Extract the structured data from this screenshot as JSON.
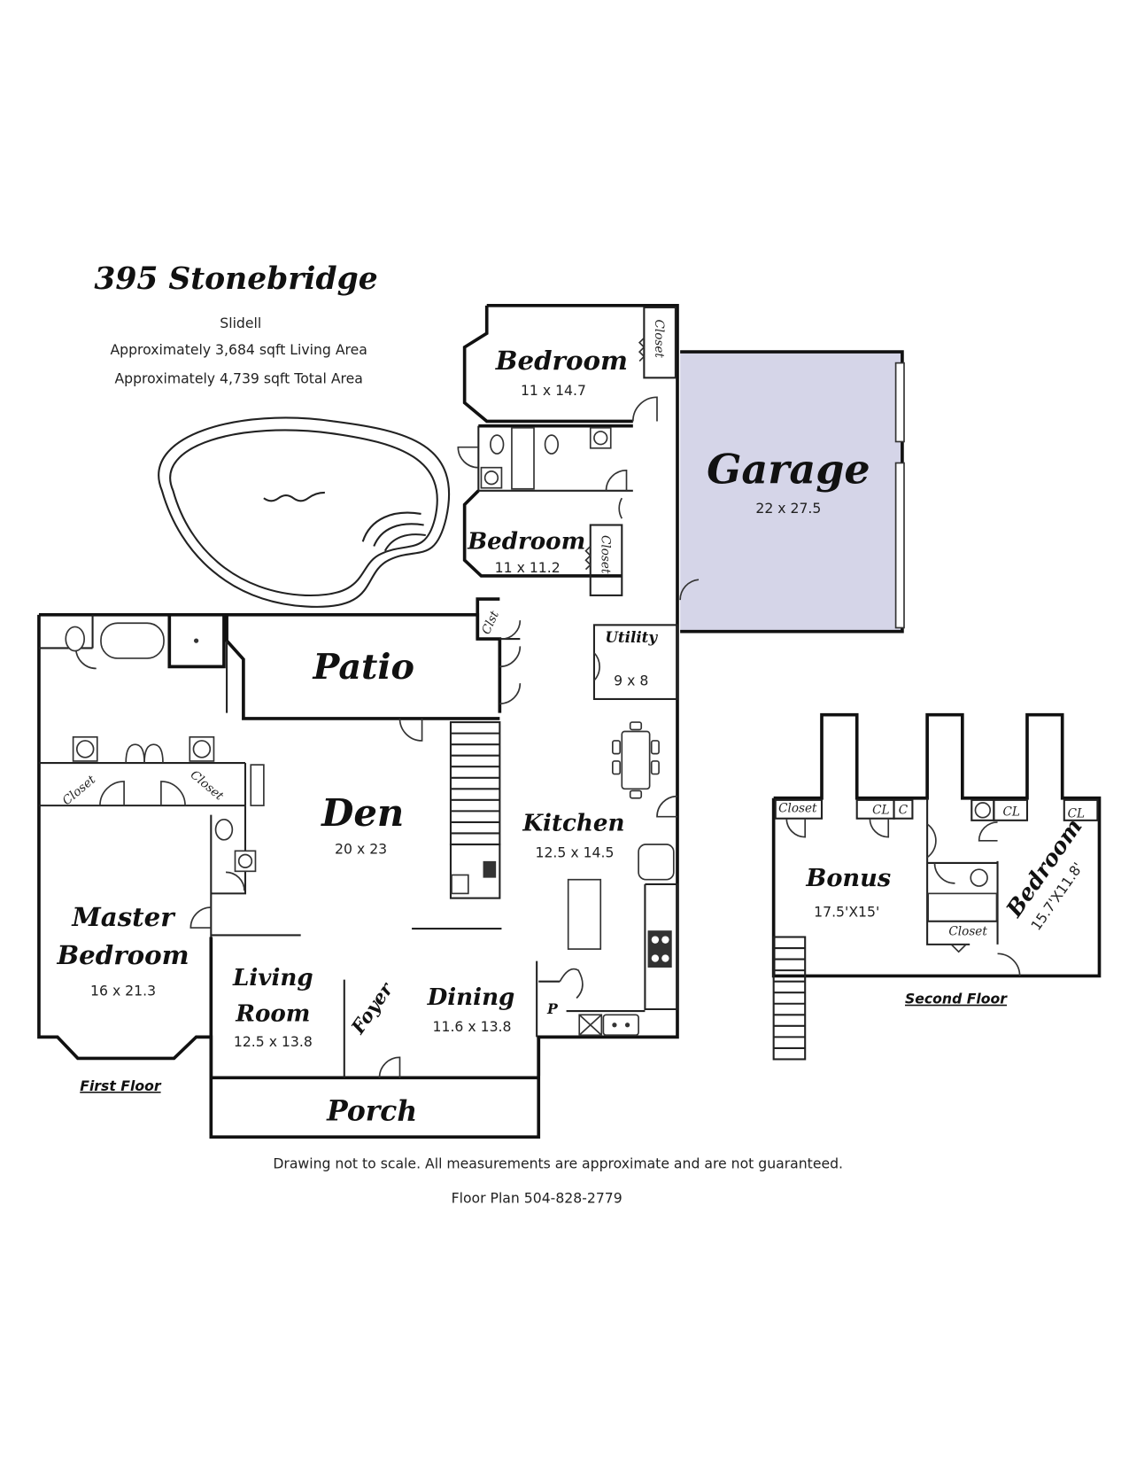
{
  "header": {
    "title": "395 Stonebridge",
    "city": "Slidell",
    "living_area": "Approximately 3,684 sqft Living Area",
    "total_area": "Approximately 4,739 sqft Total Area"
  },
  "colors": {
    "garage_fill": "#d5d5e8",
    "walls": "#111111"
  },
  "first_floor": {
    "label": "First Floor",
    "rooms": {
      "bedroom_1": {
        "name": "Bedroom",
        "dims": "11 x 14.7"
      },
      "bedroom_2": {
        "name": "Bedroom",
        "dims": "11 x 11.2"
      },
      "garage": {
        "name": "Garage",
        "dims": "22 x 27.5"
      },
      "patio": {
        "name": "Patio"
      },
      "utility": {
        "name": "Utility",
        "dims": "9 x 8"
      },
      "den": {
        "name": "Den",
        "dims": "20 x 23"
      },
      "kitchen": {
        "name": "Kitchen",
        "dims": "12.5 x 14.5"
      },
      "master_bedroom": {
        "name_line1": "Master",
        "name_line2": "Bedroom",
        "dims": "16 x 21.3"
      },
      "living_room": {
        "name_line1": "Living",
        "name_line2": "Room",
        "dims": "12.5 x 13.8"
      },
      "foyer": {
        "name": "Foyer"
      },
      "dining": {
        "name": "Dining",
        "dims": "11.6 x 13.8"
      },
      "porch": {
        "name": "Porch"
      },
      "pantry": {
        "name": "P"
      }
    },
    "closets": {
      "bedroom_1_closet": "Closet",
      "bedroom_2_closet": "Closet",
      "hall_closet": "Clst",
      "master_closet_left": "Closet",
      "master_closet_right": "Closet"
    }
  },
  "second_floor": {
    "label": "Second Floor",
    "rooms": {
      "bonus": {
        "name": "Bonus",
        "dims": "17.5'X15'"
      },
      "bedroom": {
        "name": "Bedroom",
        "dims": "15.7'X11.8'"
      }
    },
    "closets": {
      "closet_1": "Closet",
      "cl_1": "CL",
      "c_1": "C",
      "cl_2": "CL",
      "cl_3": "CL",
      "bath_closet": "Closet"
    }
  },
  "footer": {
    "disclaimer": "Drawing not to scale. All measurements are approximate and are not guaranteed.",
    "contact": "Floor Plan 504-828-2779"
  }
}
